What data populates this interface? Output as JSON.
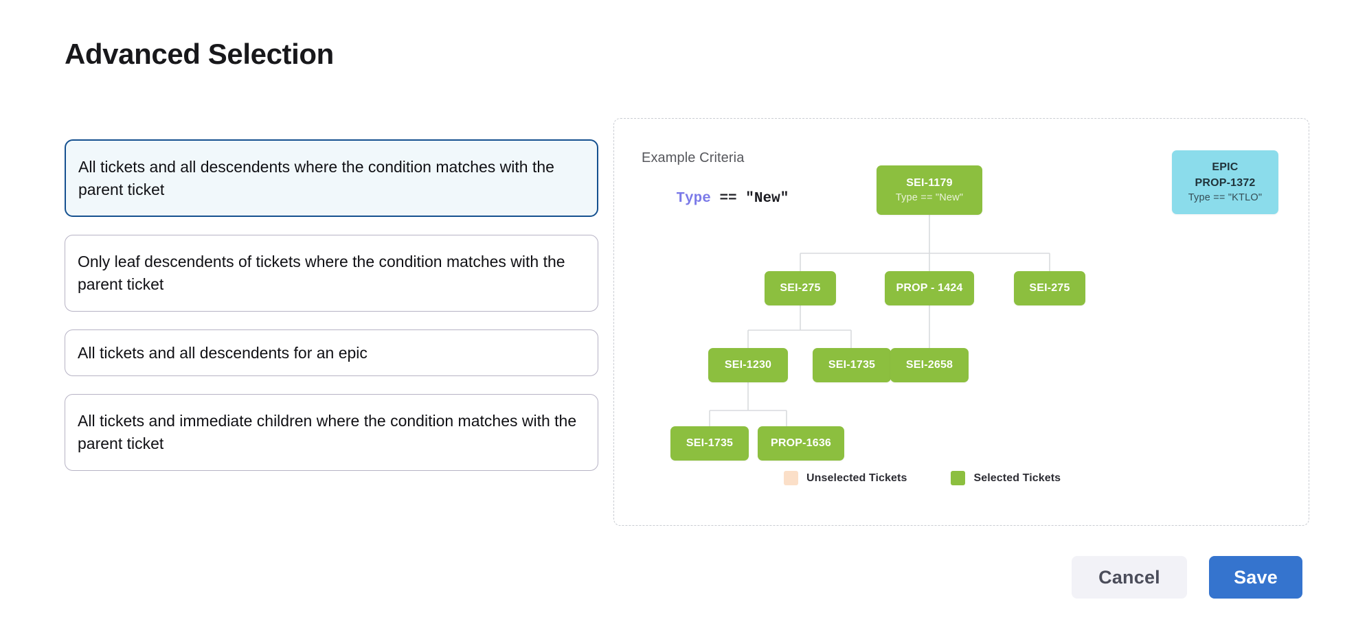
{
  "page": {
    "title": "Advanced Selection"
  },
  "options": {
    "items": [
      {
        "id": "all-descendents-condition",
        "label": "All tickets and all descendents where the condition matches with the parent ticket",
        "selected": true
      },
      {
        "id": "leaf-descendents-condition",
        "label": "Only leaf descendents of tickets where the condition matches with the parent ticket",
        "selected": false
      },
      {
        "id": "all-descendents-epic",
        "label": "All tickets and all descendents for an epic",
        "selected": false
      },
      {
        "id": "immediate-children-condition",
        "label": "All tickets and immediate children where the condition matches with the parent ticket",
        "selected": false
      }
    ]
  },
  "diagram": {
    "criteria_label": "Example Criteria",
    "criteria": {
      "field": "Type",
      "operator": "==",
      "value": "\"New\""
    },
    "nodes": [
      {
        "id": "root",
        "label": "SEI-1179",
        "sub": "Type == \"New\"",
        "type": "selected"
      },
      {
        "id": "epic",
        "tag": "EPIC",
        "label": "PROP-1372",
        "sub": "Type == \"KTLO\"",
        "type": "epic"
      },
      {
        "id": "sei-275-a",
        "label": "SEI-275",
        "sub": "",
        "type": "selected"
      },
      {
        "id": "prop-1424",
        "label": "PROP - 1424",
        "sub": "",
        "type": "selected"
      },
      {
        "id": "sei-275-b",
        "label": "SEI-275",
        "sub": "",
        "type": "selected"
      },
      {
        "id": "sei-1230",
        "label": "SEI-1230",
        "sub": "",
        "type": "selected"
      },
      {
        "id": "sei-1735-a",
        "label": "SEI-1735",
        "sub": "",
        "type": "selected"
      },
      {
        "id": "sei-2658",
        "label": "SEI-2658",
        "sub": "",
        "type": "selected"
      },
      {
        "id": "sei-1735-b",
        "label": "SEI-1735",
        "sub": "",
        "type": "selected"
      },
      {
        "id": "prop-1636",
        "label": "PROP-1636",
        "sub": "",
        "type": "selected"
      }
    ],
    "legend": [
      {
        "label": "Unselected Tickets",
        "color": "#fbdfc8"
      },
      {
        "label": "Selected Tickets",
        "color": "#8cbf3f"
      }
    ]
  },
  "footer": {
    "cancel_label": "Cancel",
    "save_label": "Save"
  },
  "colors": {
    "selected_node": "#8cbf3f",
    "epic_node": "#8bdceb",
    "unselected_node": "#fbdfc8",
    "primary_button": "#3574ce",
    "selected_card_border": "#14508f",
    "selected_card_bg": "#f1f8fb",
    "card_border": "#b6b2c4",
    "criteria_field": "#7b7ae8",
    "connector": "#d8dade"
  }
}
